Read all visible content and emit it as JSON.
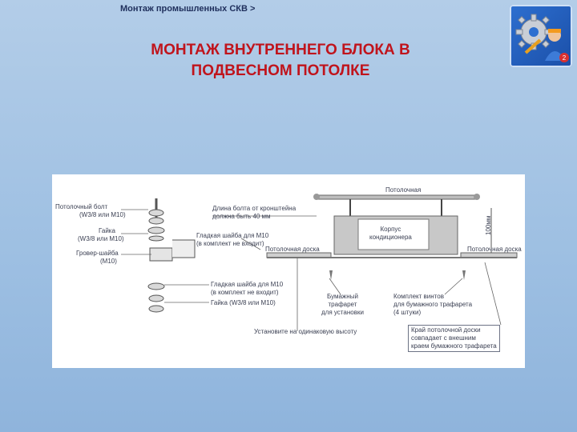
{
  "header": {
    "breadcrumb": "Монтаж промышленных СКВ >",
    "title_line1": "МОНТАЖ ВНУТРЕННЕГО БЛОКА В",
    "title_line2": "ПОДВЕСНОМ ПОТОЛКЕ"
  },
  "logo": {
    "icon": "gear-wrench-worker-icon",
    "badge": "2"
  },
  "diagram": {
    "bolt_l1": "Потолочный болт",
    "bolt_l2": "(W3/8 или M10)",
    "nut_l1": "Гайка",
    "nut_l2": "(W3/8 или M10)",
    "spring_l1": "Гровер-шайба",
    "spring_l2": "(M10)",
    "length_l1": "Длина болта от кронштейна",
    "length_l2": "должна быть 40 мм",
    "flat_l1": "Гладкая шайба для M10",
    "flat_l2": "(в комплект не входит)",
    "ceiling_top": "Потолочная",
    "body_l1": "Корпус",
    "body_l2": "кондиционера",
    "dim": "100мм",
    "ceiling_board_left": "Потолочная доска",
    "ceiling_board_right": "Потолочная доска",
    "flat2_l1": "Гладкая шайба для M10",
    "flat2_l2": "(в комплект не входит)",
    "nut2": "Гайка (W3/8 или M10)",
    "template_l1": "Бумажный",
    "template_l2": "трафарет",
    "template_l3": "для установки",
    "screws_l1": "Комплект винтов",
    "screws_l2": "для бумажного трафарета",
    "screws_l3": "(4 штуки)",
    "same_height": "Установите на одинаковую высоту",
    "edge_l1": "Край потолочной доски",
    "edge_l2": "совпадает с внешним",
    "edge_l3": "краем бумажного трафарета"
  }
}
